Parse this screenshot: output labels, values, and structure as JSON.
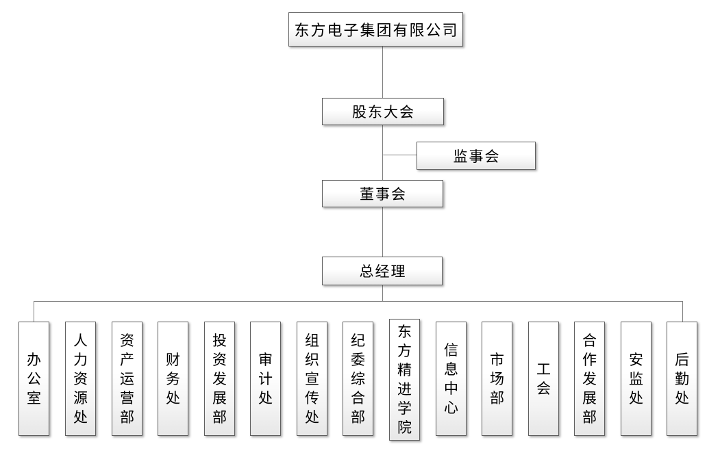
{
  "diagram": {
    "type": "org-chart",
    "root": {
      "label": "东方电子集团有限公司"
    },
    "levels": {
      "shareholders_meeting": "股东大会",
      "supervisory_board": "监事会",
      "board_of_directors": "董事会",
      "general_manager": "总经理"
    },
    "departments": [
      "办公室",
      "人力资源处",
      "资产运营部",
      "财务处",
      "投资发展部",
      "审计处",
      "组织宣传处",
      "纪委综合部",
      "东方精进学院",
      "信息中心",
      "市场部",
      "工会",
      "合作发展部",
      "安监处",
      "后勤处"
    ],
    "colors": {
      "line": "#7f7f7f",
      "border": "#5f5f5f",
      "box_gradient_bottom": "#e7e7e7",
      "background": "#ffffff",
      "text": "#000000"
    }
  }
}
